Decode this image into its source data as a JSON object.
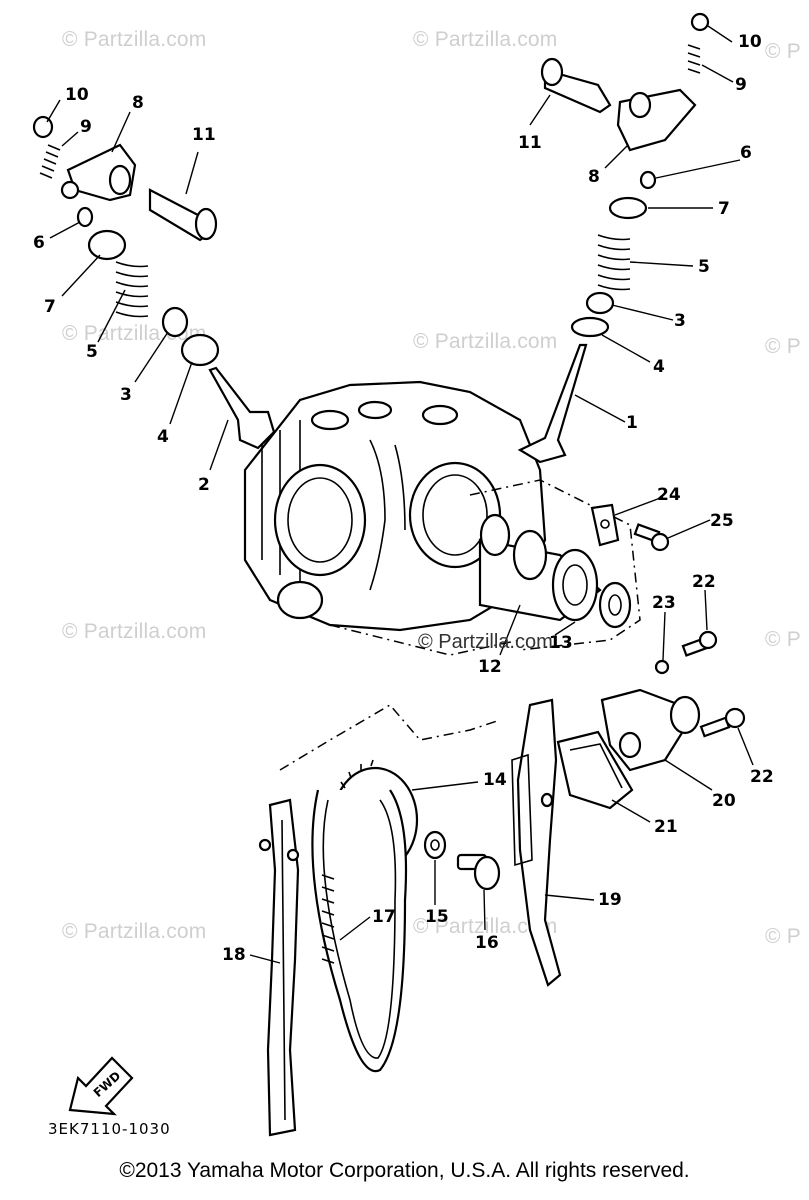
{
  "watermark": "© Partzilla.com",
  "watermark_center": "© Partzilla.com",
  "watermark_partial": "© P",
  "callouts": [
    "1",
    "2",
    "3",
    "4",
    "5",
    "6",
    "7",
    "8",
    "9",
    "10",
    "11",
    "12",
    "13",
    "14",
    "15",
    "16",
    "17",
    "18",
    "19",
    "20",
    "21",
    "22",
    "23",
    "24",
    "25"
  ],
  "direction_label": "FWD",
  "drawing_code": "3EK7110-1030",
  "copyright": "©2013 Yamaha Motor Corporation, U.S.A. All rights reserved."
}
